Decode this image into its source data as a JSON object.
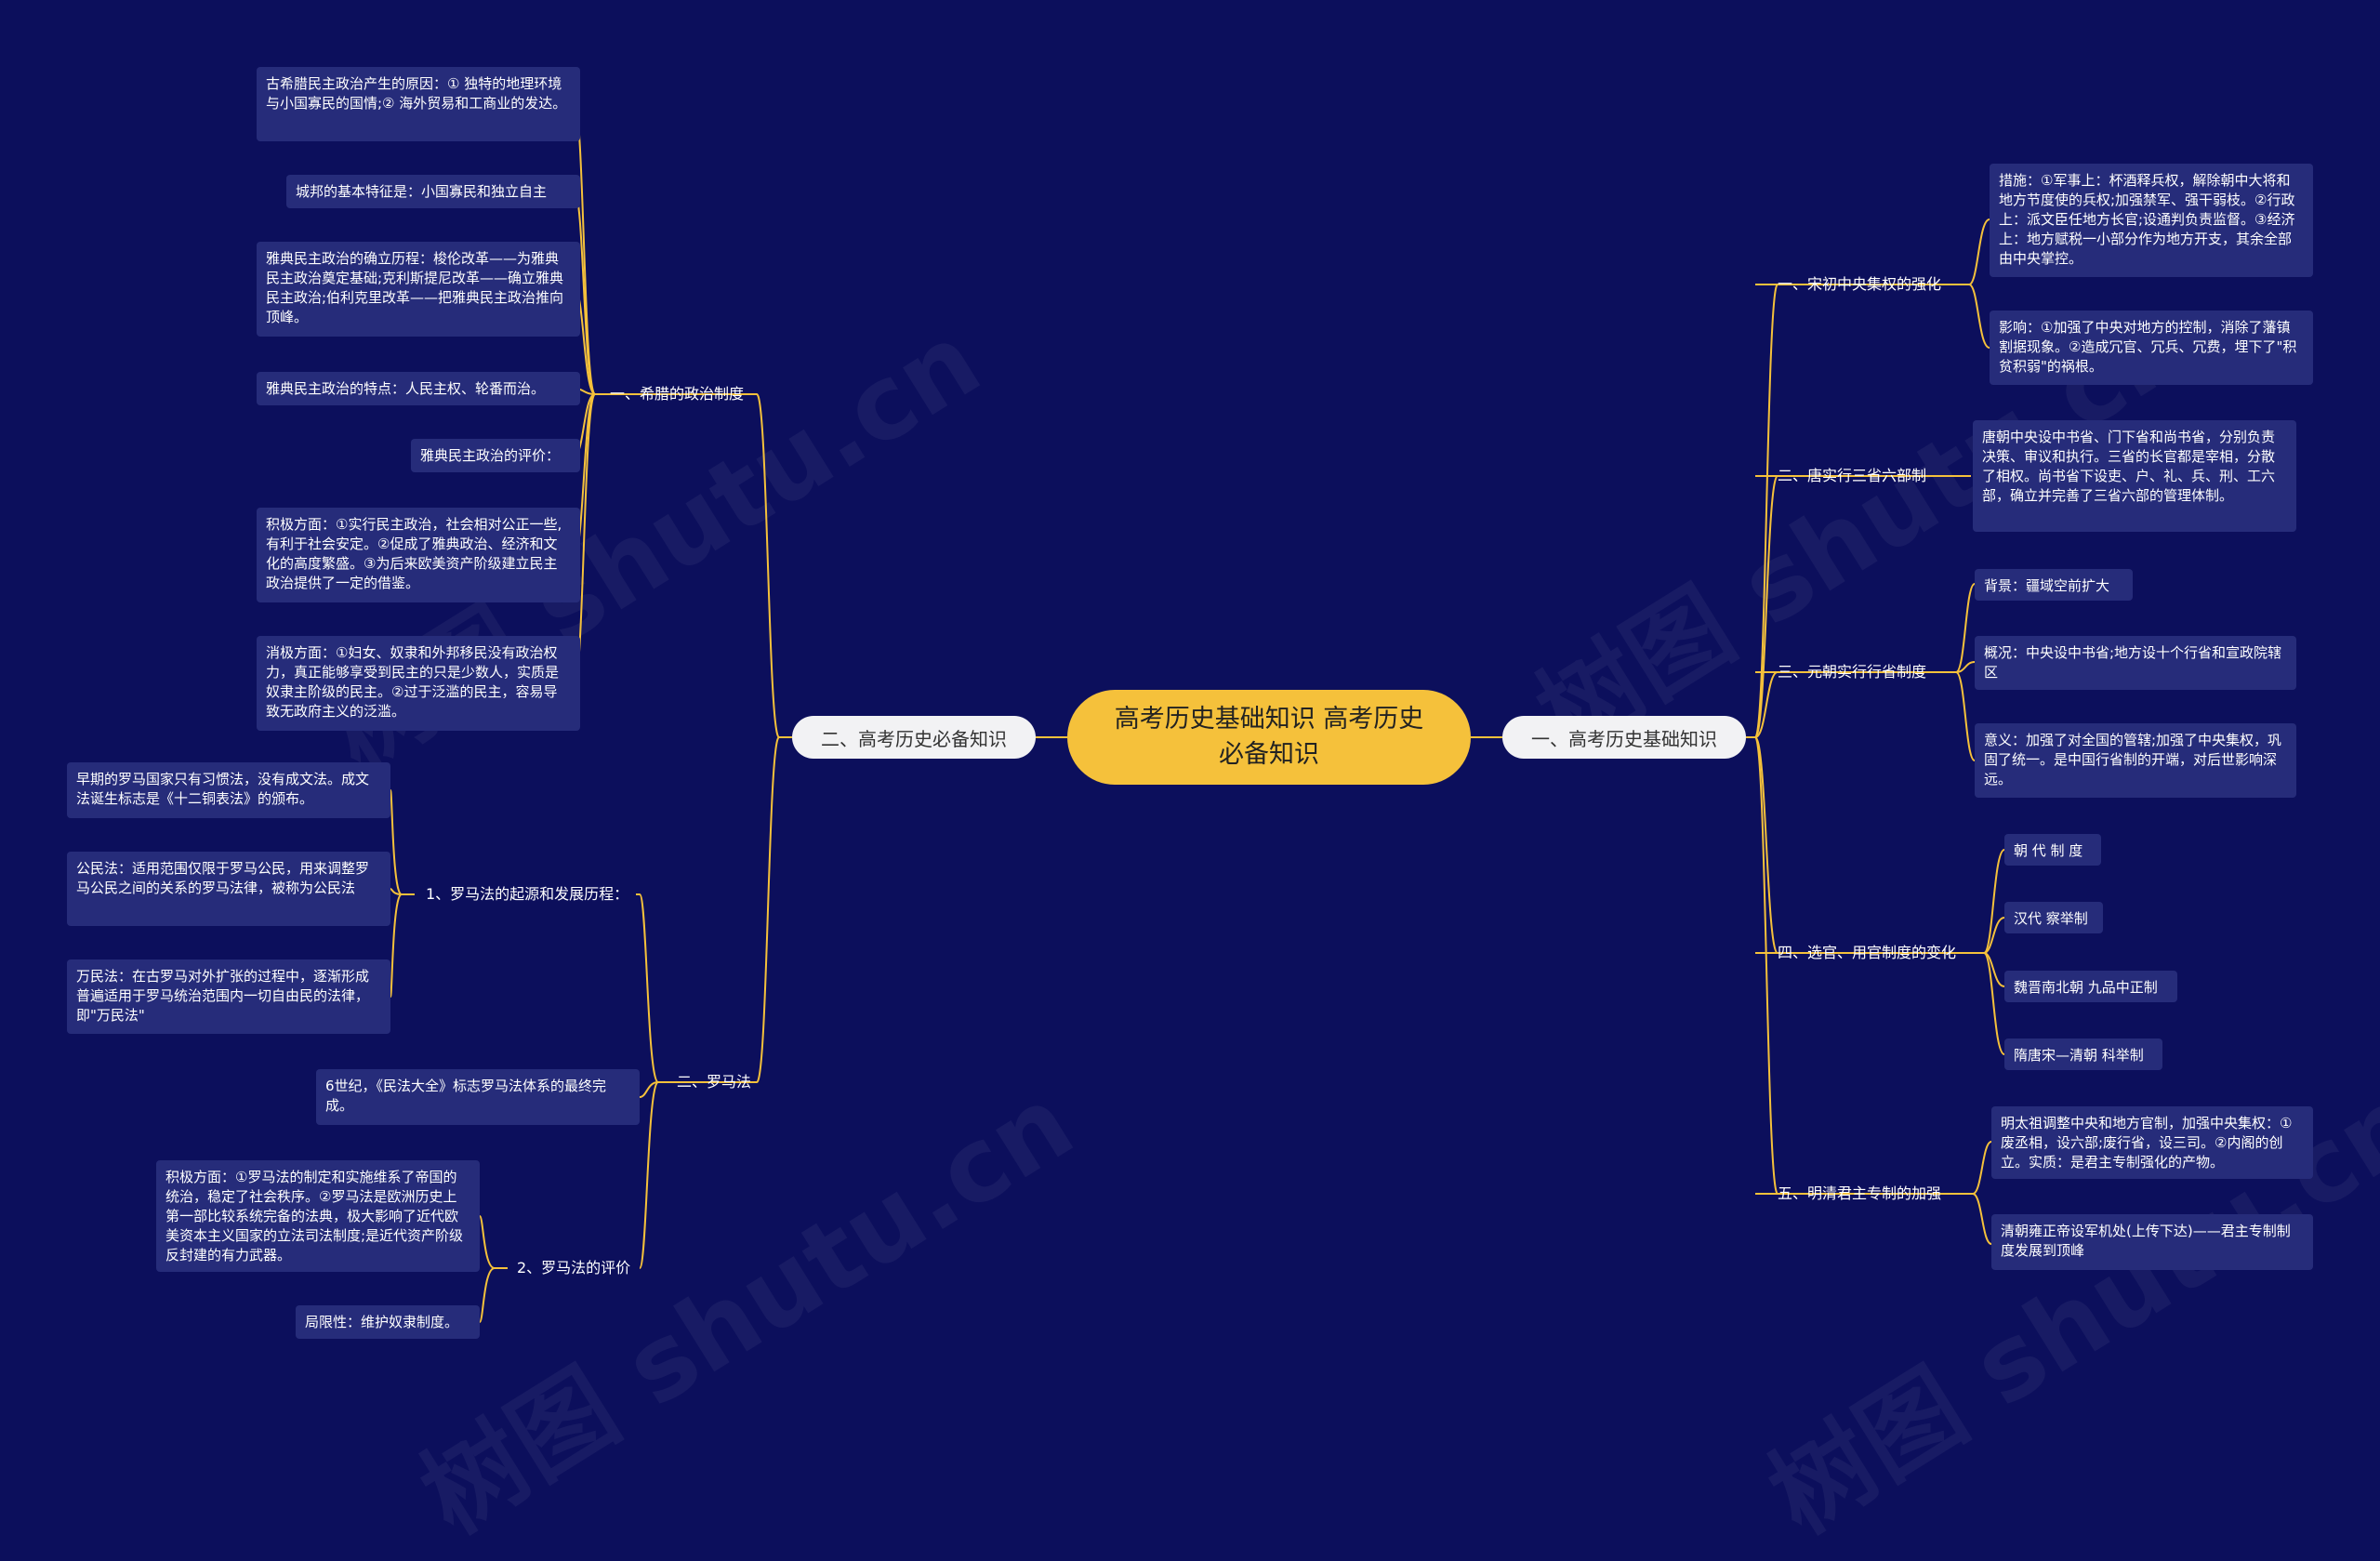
{
  "watermark": "树图 shutu.cn",
  "root": "高考历史基础知识 高考历史必备知识",
  "right": {
    "title": "一、高考历史基础知识",
    "sec1": {
      "label": "一、宋初中央集权的强化",
      "leaf1": "措施：①军事上：杯酒释兵权，解除朝中大将和地方节度使的兵权;加强禁军、强干弱枝。②行政上：派文臣任地方长官;设通判负责监督。③经济上：地方赋税一小部分作为地方开支，其余全部由中央掌控。",
      "leaf2": "影响：①加强了中央对地方的控制，消除了藩镇割据现象。②造成冗官、冗兵、冗费，埋下了\"积贫积弱\"的祸根。"
    },
    "sec2": {
      "label": "二、唐实行三省六部制",
      "leaf1": "唐朝中央设中书省、门下省和尚书省，分别负责决策、审议和执行。三省的长官都是宰相，分散了相权。尚书省下设吏、户、礼、兵、刑、工六部，确立并完善了三省六部的管理体制。"
    },
    "sec3": {
      "label": "三、元朝实行行省制度",
      "leaf1": "背景：疆域空前扩大",
      "leaf2": "概况：中央设中书省;地方设十个行省和宣政院辖区",
      "leaf3": "意义：加强了对全国的管辖;加强了中央集权，巩固了统一。是中国行省制的开端，对后世影响深远。"
    },
    "sec4": {
      "label": "四、选官、用官制度的变化",
      "leaf1": "朝 代 制 度",
      "leaf2": "汉代 察举制",
      "leaf3": "魏晋南北朝 九品中正制",
      "leaf4": "隋唐宋—清朝 科举制"
    },
    "sec5": {
      "label": "五、明清君主专制的加强",
      "leaf1": "明太祖调整中央和地方官制，加强中央集权：①废丞相，设六部;废行省，设三司。②内阁的创立。实质：是君主专制强化的产物。",
      "leaf2": "清朝雍正帝设军机处(上传下达)——君主专制制度发展到顶峰"
    }
  },
  "left": {
    "title": "二、高考历史必备知识",
    "greece": {
      "label": "一、希腊的政治制度",
      "leaf1": "古希腊民主政治产生的原因：① 独特的地理环境与小国寡民的国情;② 海外贸易和工商业的发达。",
      "leaf2": "城邦的基本特征是：小国寡民和独立自主",
      "leaf3": "雅典民主政治的确立历程：梭伦改革——为雅典民主政治奠定基础;克利斯提尼改革——确立雅典民主政治;伯利克里改革——把雅典民主政治推向顶峰。",
      "leaf4": "雅典民主政治的特点：人民主权、轮番而治。",
      "leaf5": "雅典民主政治的评价：",
      "leaf6": "积极方面：①实行民主政治，社会相对公正一些,有利于社会安定。②促成了雅典政治、经济和文化的高度繁盛。③为后来欧美资产阶级建立民主政治提供了一定的借鉴。",
      "leaf7": "消极方面：①妇女、奴隶和外邦移民没有政治权力，真正能够享受到民主的只是少数人，实质是奴隶主阶级的民主。②过于泛滥的民主，容易导致无政府主义的泛滥。"
    },
    "rome": {
      "label": "二、罗马法",
      "origin": {
        "label": "1、罗马法的起源和发展历程：",
        "leaf1": "早期的罗马国家只有习惯法，没有成文法。成文法诞生标志是《十二铜表法》的颁布。",
        "leaf2": "公民法：适用范围仅限于罗马公民，用来调整罗马公民之间的关系的罗马法律，被称为公民法",
        "leaf3": "万民法：在古罗马对外扩张的过程中，逐渐形成普遍适用于罗马统治范围内一切自由民的法律，即\"万民法\""
      },
      "leaf4": "6世纪，《民法大全》标志罗马法体系的最终完成。",
      "eval": {
        "label": "2、罗马法的评价",
        "leaf1": "积极方面：①罗马法的制定和实施维系了帝国的统治，稳定了社会秩序。②罗马法是欧洲历史上第一部比较系统完备的法典，极大影响了近代欧美资本主义国家的立法司法制度;是近代资产阶级反封建的有力武器。",
        "leaf2": "局限性：维护奴隶制度。"
      }
    }
  },
  "colors": {
    "background": "#0c0f5c",
    "root": "#f5c13b",
    "line": "#f5c13b",
    "leaf": "#262c7a"
  }
}
